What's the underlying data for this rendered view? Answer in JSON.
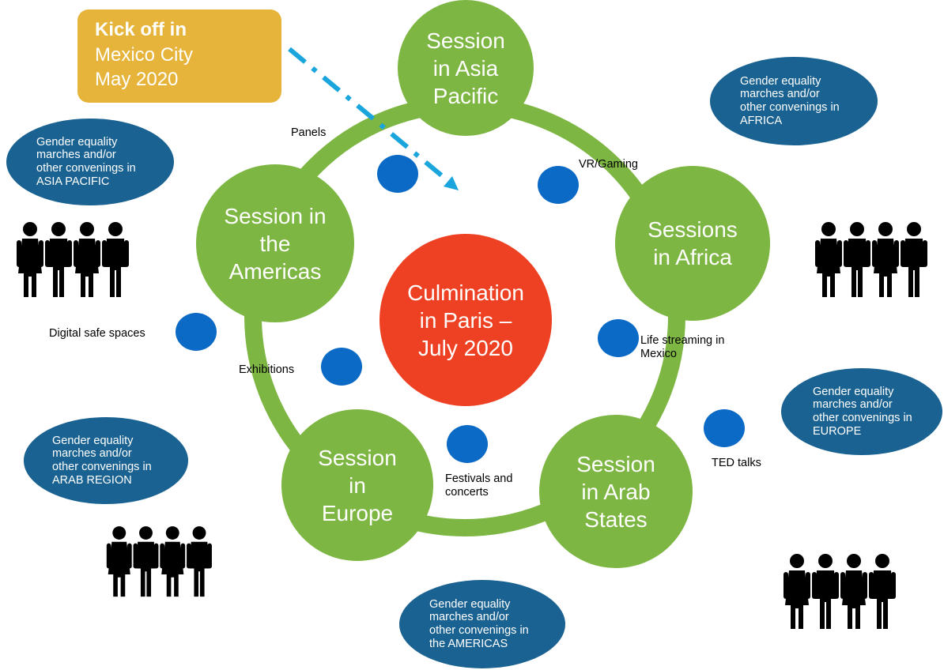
{
  "colors": {
    "session_green": "#7db642",
    "ring_green": "#7db642",
    "culmination_red": "#ee4123",
    "oval_blue": "#1a6291",
    "dot_blue": "#0a6ac5",
    "kickoff_gold": "#e6b43a",
    "arrow_blue": "#1aa5dc",
    "people_black": "#000000"
  },
  "kickoff": {
    "line1": "Kick off in",
    "line2": "Mexico City",
    "line3": "May 2020"
  },
  "culmination": {
    "text": "Culmination\nin Paris –\nJuly 2020"
  },
  "sessions": {
    "asia_pacific": "Session\nin Asia\nPacific",
    "africa": "Sessions\nin Africa",
    "arab_states": "Session\nin Arab\nStates",
    "europe": "Session\nin\nEurope",
    "americas": "Session in\nthe\nAmericas"
  },
  "activities": {
    "panels": "Panels",
    "vr_gaming": "VR/Gaming",
    "digital_safe_spaces": "Digital safe spaces",
    "exhibitions": "Exhibitions",
    "life_streaming": "Life streaming in\nMexico",
    "ted_talks": "TED talks",
    "festivals": "Festivals and\nconcerts"
  },
  "convenings": {
    "asia_pacific": "Gender equality\nmarches and/or\nother convenings  in\nASIA PACIFIC",
    "africa": "Gender equality\nmarches and/or\nother convenings  in\nAFRICA",
    "europe": "Gender equality\nmarches and/or\nother convenings  in\nEUROPE",
    "arab_region": "Gender equality\nmarches and/or\nother convenings  in\nARAB REGION",
    "americas": "Gender equality\nmarches and/or\nother convenings  in\nthe AMERICAS"
  },
  "icons": {
    "people_group": "people-group-icon",
    "dashed_arrow": "dashed-arrow-icon"
  }
}
